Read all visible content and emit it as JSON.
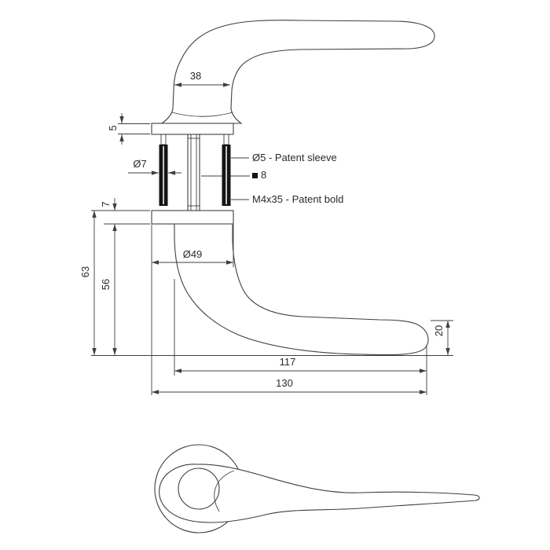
{
  "drawing": {
    "colors": {
      "line": "#3f3f3f",
      "text": "#2b2b2b",
      "bolt": "#141414",
      "background": "#ffffff"
    },
    "dimensions": {
      "neck_width": "38",
      "top_plate_thickness": "5",
      "bolt_diameter": "Ø7",
      "rose_thickness": "7",
      "overall_height": "63",
      "inner_height": "56",
      "rose_diameter": "Ø49",
      "grip_thickness": "20",
      "inner_length": "117",
      "overall_length": "130"
    },
    "annotations": {
      "patent_sleeve": "Ø5 - Patent sleeve",
      "spindle_square": "8",
      "patent_bolt": "M4x35 - Patent bold"
    }
  }
}
